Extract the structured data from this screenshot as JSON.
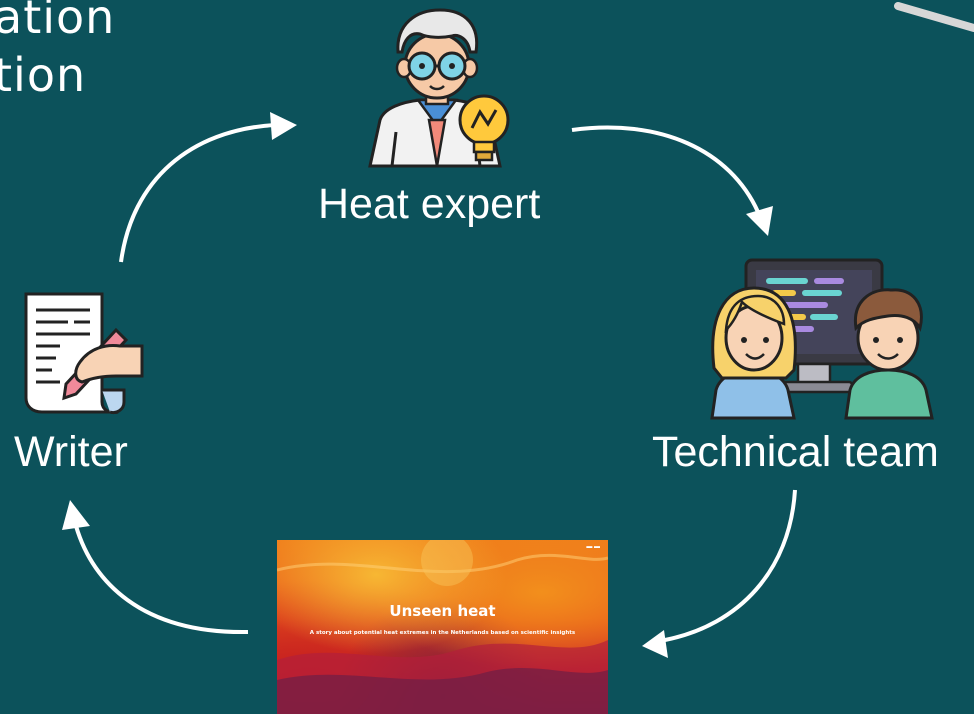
{
  "header": {
    "title_line1": "ation",
    "title_line2": "tion"
  },
  "nodes": {
    "heat_expert": {
      "label": "Heat expert",
      "icon": "scientist-lightbulb-icon"
    },
    "technical_team": {
      "label": "Technical team",
      "icon": "developers-monitor-icon"
    },
    "writer": {
      "label": "Writer",
      "icon": "document-pen-icon"
    }
  },
  "product": {
    "title": "Unseen heat",
    "subtitle": "A story about potential heat extremes in the Netherlands based on scientific insights"
  },
  "colors": {
    "background": "#0c525b",
    "arrow": "#ffffff",
    "text": "#ffffff"
  }
}
